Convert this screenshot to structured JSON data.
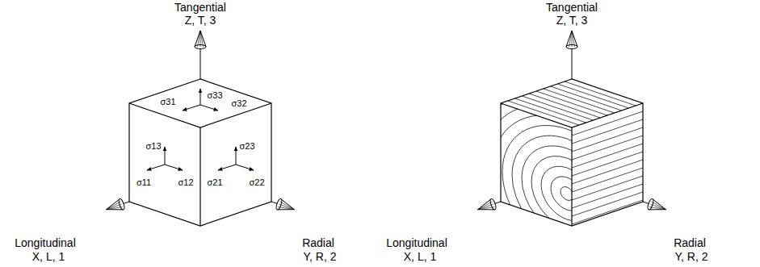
{
  "diagram": {
    "labels": [
      "Tangential",
      "Z, T, 3",
      "σ33",
      "σ31",
      "σ32",
      "σ13",
      "σ11",
      "σ12",
      "σ23",
      "σ21",
      "σ22",
      "Longitudinal",
      "X, L, 1",
      "Radial",
      "Y, R, 2",
      "Tangential",
      "Z, T, 3",
      "Longitudinal",
      "X, L, 1",
      "Radial",
      "Y, R, 2"
    ]
  }
}
